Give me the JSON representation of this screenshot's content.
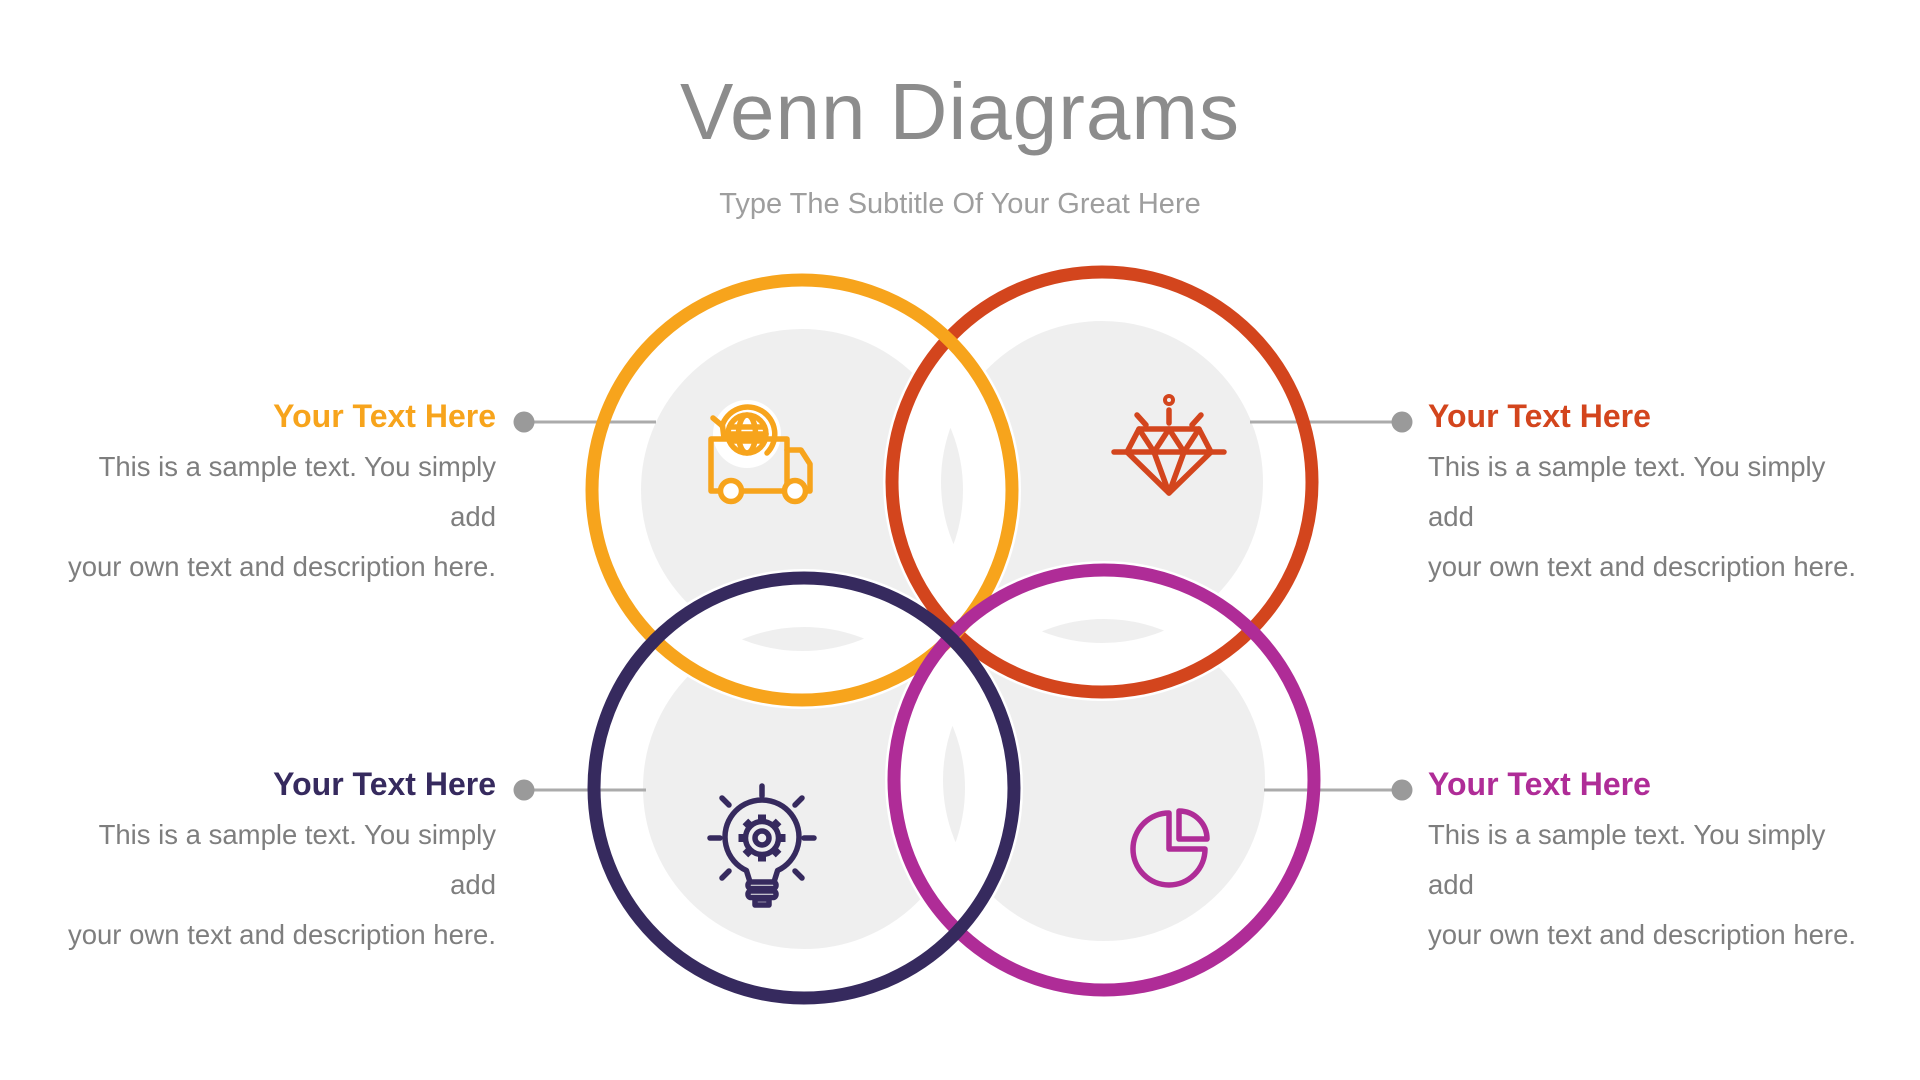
{
  "title": "Venn Diagrams",
  "subtitle": "Type The Subtitle Of Your Great Here",
  "colors": {
    "amber": "#F7A41C",
    "red": "#D3451D",
    "navy": "#362A5E",
    "magenta": "#AF2C97",
    "circle_fill": "#EFEFEF",
    "title_text": "#8C8C8C",
    "subtitle_text": "#9E9E9E",
    "body_text": "#7E7E7E",
    "connector_line": "#ABABAB",
    "connector_dot": "#9A9A9A"
  },
  "items": [
    {
      "position": "top-left",
      "icon": "globe-truck-delivery-icon",
      "heading": "Your Text Here",
      "line1": "This is a sample text. You simply add",
      "line2": "your own text and description here."
    },
    {
      "position": "top-right",
      "icon": "diamond-icon",
      "heading": "Your Text Here",
      "line1": "This is a sample text. You simply add",
      "line2": "your own text and description here."
    },
    {
      "position": "bottom-left",
      "icon": "gear-lightbulb-icon",
      "heading": "Your Text Here",
      "line1": "This is a sample text. You simply add",
      "line2": "your own text and description here."
    },
    {
      "position": "bottom-right",
      "icon": "pie-chart-icon",
      "heading": "Your Text Here",
      "line1": "This is a sample text. You simply add",
      "line2": "your own text and description here."
    }
  ]
}
